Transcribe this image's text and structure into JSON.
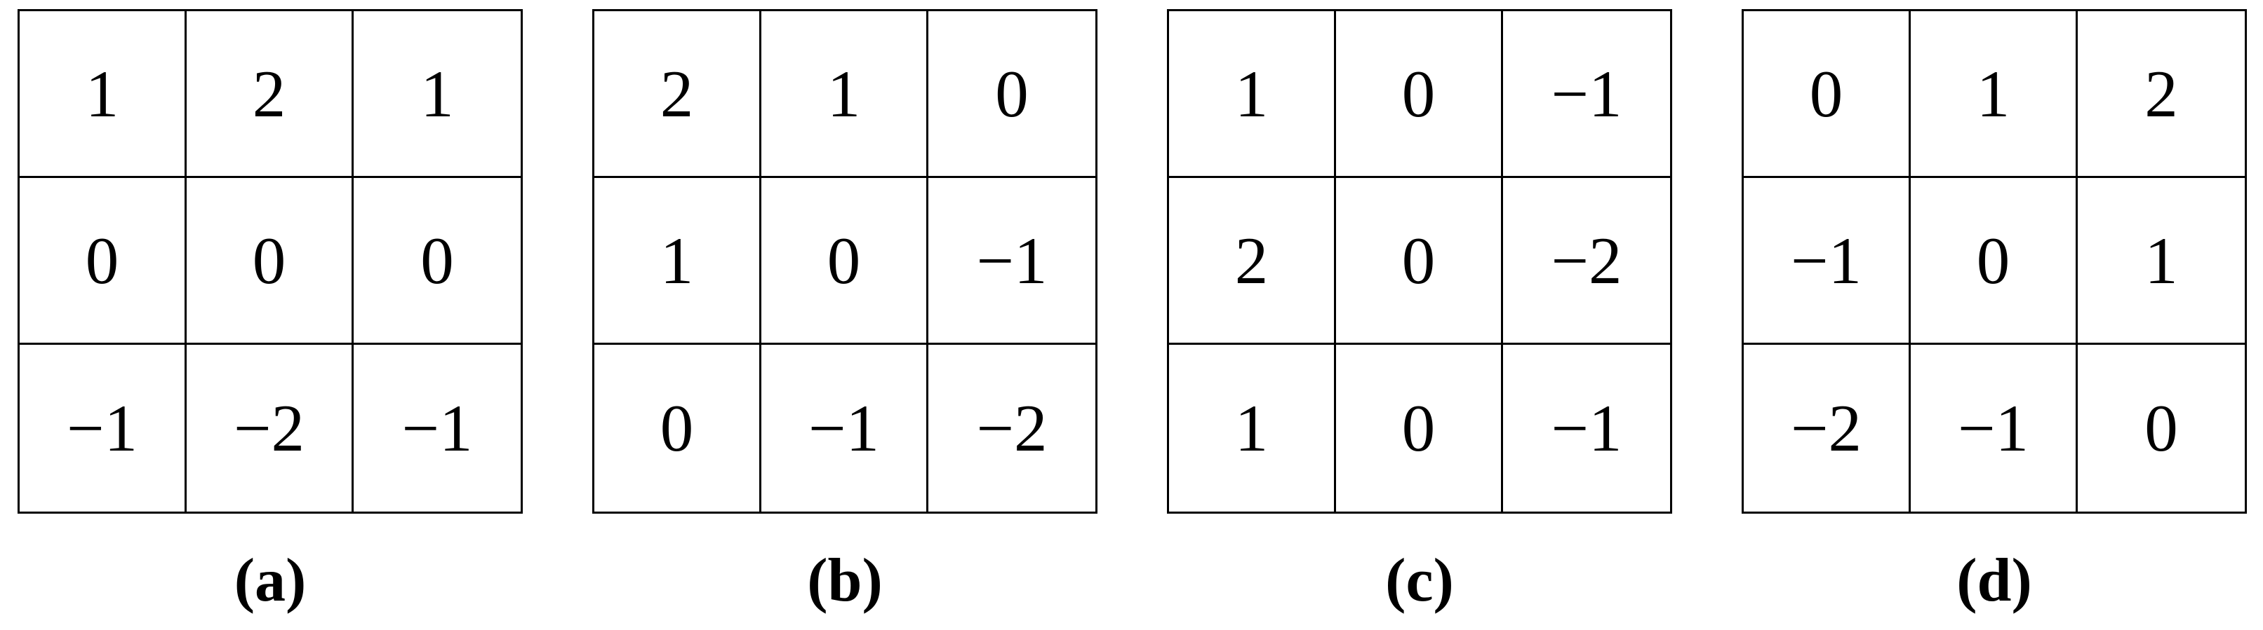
{
  "figure": {
    "colors": {
      "background": "#ffffff",
      "grid_line": "#000000",
      "text": "#000000"
    },
    "panels": [
      {
        "id": "a",
        "label": "(a)",
        "matrix": [
          [
            1,
            2,
            1
          ],
          [
            0,
            0,
            0
          ],
          [
            -1,
            -2,
            -1
          ]
        ]
      },
      {
        "id": "b",
        "label": "(b)",
        "matrix": [
          [
            2,
            1,
            0
          ],
          [
            1,
            0,
            -1
          ],
          [
            0,
            -1,
            -2
          ]
        ]
      },
      {
        "id": "c",
        "label": "(c)",
        "matrix": [
          [
            1,
            0,
            -1
          ],
          [
            2,
            0,
            -2
          ],
          [
            1,
            0,
            -1
          ]
        ]
      },
      {
        "id": "d",
        "label": "(d)",
        "matrix": [
          [
            0,
            1,
            2
          ],
          [
            -1,
            0,
            1
          ],
          [
            -2,
            -1,
            0
          ]
        ]
      }
    ]
  }
}
